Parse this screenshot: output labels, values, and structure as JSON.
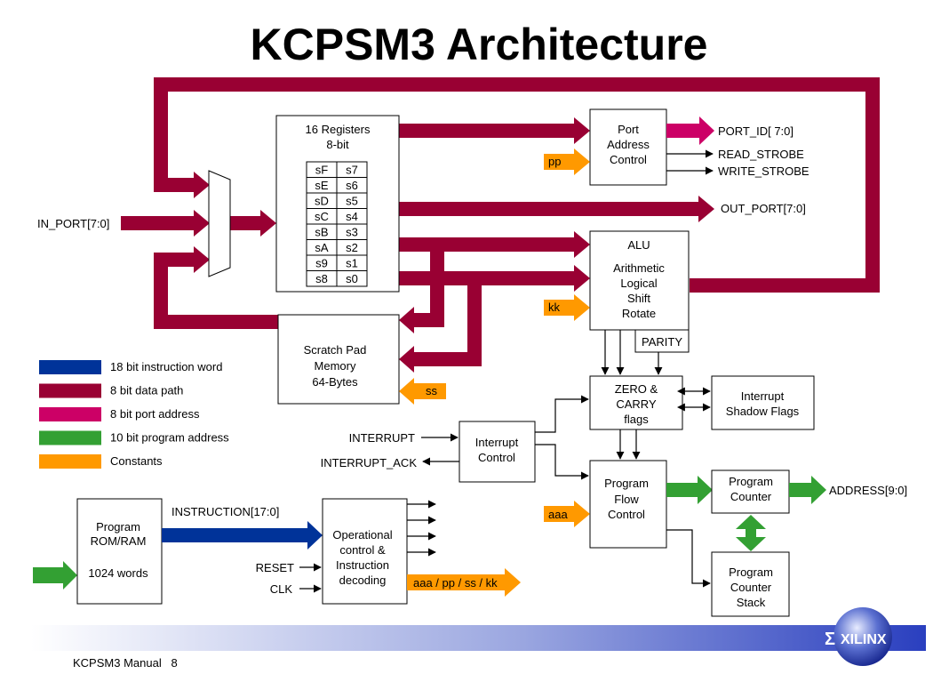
{
  "title": "KCPSM3 Architecture",
  "footer": "KCPSM3 Manual   8",
  "logo_text": "XILINX",
  "colors": {
    "data_path": "#990033",
    "instruction": "#003399",
    "port_address": "#cc0066",
    "program_address": "#33a033",
    "constants": "#ff9900"
  },
  "legend": [
    {
      "label": "18 bit instruction word",
      "color": "#003399"
    },
    {
      "label": "8 bit data path",
      "color": "#990033"
    },
    {
      "label": "8 bit port address",
      "color": "#cc0066"
    },
    {
      "label": "10 bit program address",
      "color": "#33a033"
    },
    {
      "label": "Constants",
      "color": "#ff9900"
    }
  ],
  "registers": {
    "title_line1": "16 Registers",
    "title_line2": "8-bit",
    "rows": [
      [
        "sF",
        "s7"
      ],
      [
        "sE",
        "s6"
      ],
      [
        "sD",
        "s5"
      ],
      [
        "sC",
        "s4"
      ],
      [
        "sB",
        "s3"
      ],
      [
        "sA",
        "s2"
      ],
      [
        "s9",
        "s1"
      ],
      [
        "s8",
        "s0"
      ]
    ]
  },
  "port_address_control": {
    "line1": "Port",
    "line2": "Address",
    "line3": "Control"
  },
  "alu": {
    "line1": "ALU",
    "line2": "Arithmetic",
    "line3": "Logical",
    "line4": "Shift",
    "line5": "Rotate"
  },
  "parity": "PARITY",
  "scratch_pad": {
    "line1": "Scratch Pad",
    "line2": "Memory",
    "line3": "64-Bytes"
  },
  "flags": {
    "line1": "ZERO &",
    "line2": "CARRY",
    "line3": "flags"
  },
  "shadow_flags": {
    "line1": "Interrupt",
    "line2": "Shadow Flags"
  },
  "interrupt_control": {
    "line1": "Interrupt",
    "line2": "Control"
  },
  "program_flow": {
    "line1": "Program",
    "line2": "Flow",
    "line3": "Control"
  },
  "program_counter": {
    "line1": "Program",
    "line2": "Counter"
  },
  "pc_stack": {
    "line1": "Program",
    "line2": "Counter",
    "line3": "Stack"
  },
  "program_rom": {
    "line1": "Program",
    "line2": "ROM/RAM",
    "line3": "1024 words"
  },
  "operational_control": {
    "line1": "Operational",
    "line2": "control &",
    "line3": "Instruction",
    "line4": "decoding"
  },
  "signals": {
    "in_port": "IN_PORT[7:0]",
    "port_id": "PORT_ID[ 7:0]",
    "read_strobe": "READ_STROBE",
    "write_strobe": "WRITE_STROBE",
    "out_port": "OUT_PORT[7:0]",
    "interrupt": "INTERRUPT",
    "interrupt_ack": "INTERRUPT_ACK",
    "address": "ADDRESS[9:0]",
    "instruction": "INSTRUCTION[17:0]",
    "reset": "RESET",
    "clk": "CLK"
  },
  "constants": {
    "pp": "pp",
    "kk": "kk",
    "ss": "ss",
    "aaa": "aaa",
    "all": "aaa / pp / ss / kk"
  }
}
